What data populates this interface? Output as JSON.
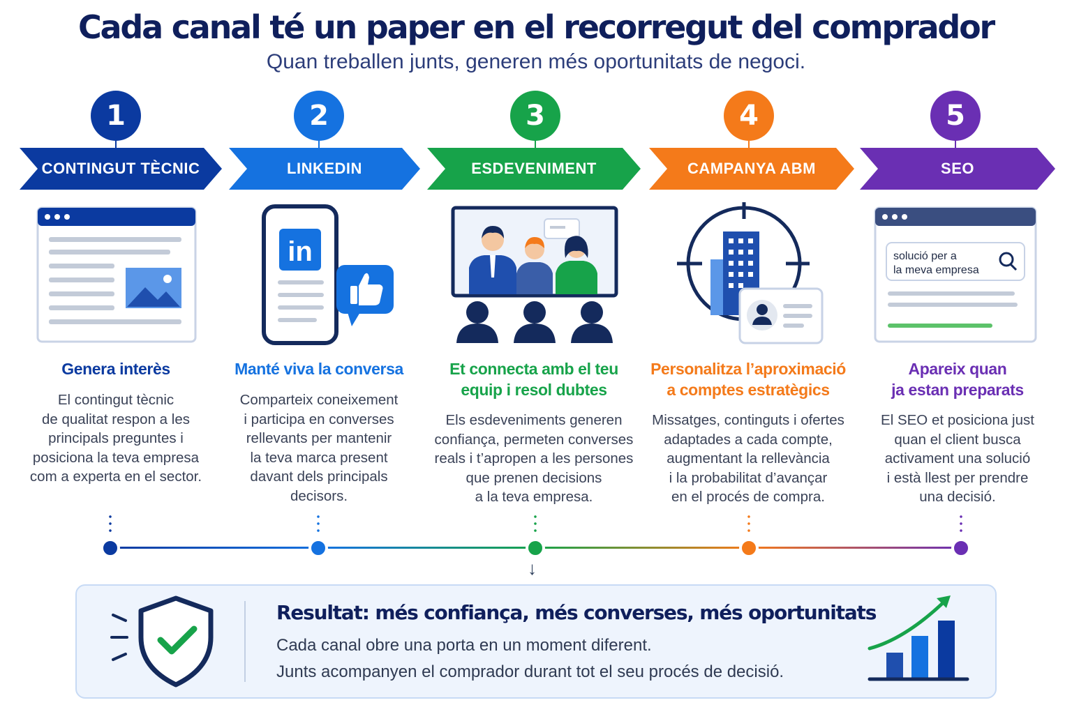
{
  "title": "Cada canal té un paper en el recorregut del comprador",
  "subtitle": "Quan treballen junts, generen més oportunitats de negoci.",
  "steps": [
    {
      "number": "1",
      "label": "CONTINGUT TÈCNIC",
      "color": "#0b3aa0",
      "icon": "article-page-icon",
      "heading": [
        "Genera interès"
      ],
      "desc": [
        "El contingut tècnic",
        "de qualitat respon a les",
        "principals preguntes i",
        "posiciona la teva empresa",
        "com a experta en el sector."
      ]
    },
    {
      "number": "2",
      "label": "LINKEDIN",
      "color": "#1572e0",
      "icon": "linkedin-phone-icon",
      "heading": [
        "Manté viva la conversa"
      ],
      "desc": [
        "Comparteix coneixement",
        "i participa en converses",
        "rellevants per mantenir",
        "la teva marca present",
        "davant dels principals",
        "decisors."
      ]
    },
    {
      "number": "3",
      "label": "ESDEVENIMENT",
      "color": "#17a34a",
      "icon": "event-audience-icon",
      "heading": [
        "Et connecta amb el teu",
        "equip i resol dubtes"
      ],
      "desc": [
        "Els esdeveniments generen",
        "confiança, permeten converses",
        "reals i t’apropen a les persones",
        "que prenen decisions",
        "a la teva empresa."
      ]
    },
    {
      "number": "4",
      "label": "CAMPANYA ABM",
      "color": "#f47a1a",
      "icon": "target-building-icon",
      "heading": [
        "Personalitza l’aproximació",
        "a comptes estratègics"
      ],
      "desc": [
        "Missatges, continguts i ofertes",
        "adaptades a cada compte,",
        "augmentant la rellevància",
        "i la probabilitat d’avançar",
        "en el procés de compra."
      ]
    },
    {
      "number": "5",
      "label": "SEO",
      "color": "#6a2fb3",
      "icon": "search-browser-icon",
      "heading": [
        "Apareix quan",
        "ja estan preparats"
      ],
      "desc": [
        "El SEO et posiciona just",
        "quan el client busca",
        "activament una solució",
        "i està llest per prendre",
        "una decisió."
      ]
    }
  ],
  "icons": {
    "linkedin_text": "in",
    "search_query": [
      "solució per a",
      "la meva empresa"
    ]
  },
  "result": {
    "title": "Resultat: més confiança, més converses, més oportunitats",
    "lines": [
      "Cada canal obre una porta en un moment diferent.",
      "Junts acompanyen el comprador durant tot el seu procés de decisió."
    ]
  }
}
